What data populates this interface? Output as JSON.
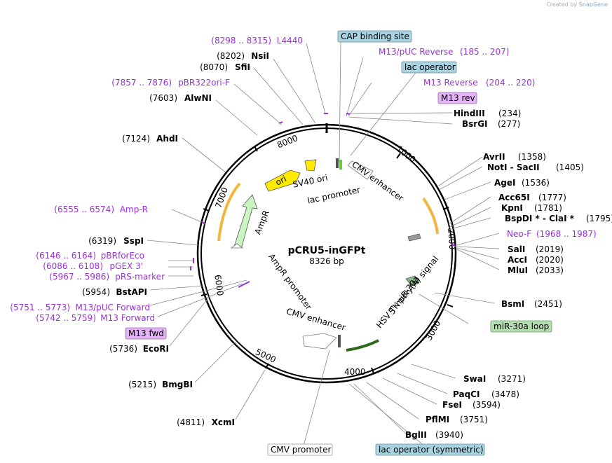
{
  "credit": {
    "prefix": "Created by",
    "brand": "SnapGene"
  },
  "plasmid": {
    "name": "pCRU5-inGFPt",
    "size": "8326 bp"
  },
  "colors": {
    "enzyme": "#000000",
    "primer": "#9b30d9",
    "box_blue": "#a9d3e0",
    "box_purple": "#e3b4f5",
    "box_green": "#b6dcb1",
    "ori": "#ffea00",
    "amp": "#c9f5c0",
    "arrow_orange": "#f2b540",
    "arrow_green": "#9be05a"
  },
  "ticks": [
    "1000",
    "2000",
    "3000",
    "4000",
    "5000",
    "6000",
    "7000",
    "8000"
  ],
  "features": {
    "sv40_ori": "SV40 ori",
    "lac_promoter": "lac promoter",
    "cmv_enhancer_top": "CMV enhancer",
    "ori": "ori",
    "ampr": "AmpR",
    "ampr_promoter": "AmpR promoter",
    "cmv_enhancer_bottom": "CMV enhancer",
    "hsv": "HSV TK poly(A) signal",
    "mir5": "5' miR-30a"
  },
  "labels_left": [
    {
      "pos": "(8298 .. 8315)",
      "name": "L4440",
      "type": "primer"
    },
    {
      "pos": "(8202)",
      "name": "NsiI",
      "type": "enzyme"
    },
    {
      "pos": "(8070)",
      "name": "SfiI",
      "type": "enzyme"
    },
    {
      "pos": "(7857 .. 7876)",
      "name": "pBR322ori-F",
      "type": "primer"
    },
    {
      "pos": "(7603)",
      "name": "AlwNI",
      "type": "enzyme"
    },
    {
      "pos": "(7124)",
      "name": "AhdI",
      "type": "enzyme"
    },
    {
      "pos": "(6555 .. 6574)",
      "name": "Amp-R",
      "type": "primer"
    },
    {
      "pos": "(6319)",
      "name": "SspI",
      "type": "enzyme"
    },
    {
      "pos": "(6146 .. 6164)",
      "name": "pBRforEco",
      "type": "primer"
    },
    {
      "pos": "(6086 .. 6108)",
      "name": "pGEX 3'",
      "type": "primer"
    },
    {
      "pos": "(5967 .. 5986)",
      "name": "pRS-marker",
      "type": "primer"
    },
    {
      "pos": "(5954)",
      "name": "BstAPI",
      "type": "enzyme"
    },
    {
      "pos": "(5751 .. 5773)",
      "name": "M13/pUC Forward",
      "type": "primer"
    },
    {
      "pos": "(5742 .. 5759)",
      "name": "M13 Forward",
      "type": "primer"
    },
    {
      "pos": "(5736)",
      "name": "EcoRI",
      "type": "enzyme"
    },
    {
      "pos": "(5215)",
      "name": "BmgBI",
      "type": "enzyme"
    },
    {
      "pos": "(4811)",
      "name": "XcmI",
      "type": "enzyme"
    }
  ],
  "labels_right": [
    {
      "pos": "(185 .. 207)",
      "name": "M13/pUC Reverse",
      "type": "primer"
    },
    {
      "pos": "(204 .. 220)",
      "name": "M13 Reverse",
      "type": "primer"
    },
    {
      "pos": "(234)",
      "name": "HindIII",
      "type": "enzyme"
    },
    {
      "pos": "(277)",
      "name": "BsrGI",
      "type": "enzyme"
    },
    {
      "pos": "(1358)",
      "name": "AvrII",
      "type": "enzyme"
    },
    {
      "pos": "(1405)",
      "name": "NotI  -  SacII",
      "type": "enzyme"
    },
    {
      "pos": "(1536)",
      "name": "AgeI",
      "type": "enzyme"
    },
    {
      "pos": "(1777)",
      "name": "Acc65I",
      "type": "enzyme"
    },
    {
      "pos": "(1781)",
      "name": "KpnI",
      "type": "enzyme"
    },
    {
      "pos": "(1795)",
      "name": "BspDI *  -  ClaI *",
      "type": "enzyme"
    },
    {
      "pos": "(1968 .. 1987)",
      "name": "Neo-F",
      "type": "primer"
    },
    {
      "pos": "(2019)",
      "name": "SalI",
      "type": "enzyme"
    },
    {
      "pos": "(2020)",
      "name": "AccI",
      "type": "enzyme"
    },
    {
      "pos": "(2033)",
      "name": "MluI",
      "type": "enzyme"
    },
    {
      "pos": "(2451)",
      "name": "BsmI",
      "type": "enzyme"
    },
    {
      "pos": "(3271)",
      "name": "SwaI",
      "type": "enzyme"
    },
    {
      "pos": "(3478)",
      "name": "PaqCI",
      "type": "enzyme"
    },
    {
      "pos": "(3594)",
      "name": "FseI",
      "type": "enzyme"
    },
    {
      "pos": "(3751)",
      "name": "PflMI",
      "type": "enzyme"
    },
    {
      "pos": "(3940)",
      "name": "BglII",
      "type": "enzyme"
    }
  ],
  "boxes": {
    "cap": "CAP binding site",
    "lac_op": "lac operator",
    "m13rev": "M13 rev",
    "m13fwd": "M13 fwd",
    "mir_loop": "miR-30a loop",
    "cmv_prom": "CMV promoter",
    "lac_sym": "lac operator (symmetric)"
  }
}
